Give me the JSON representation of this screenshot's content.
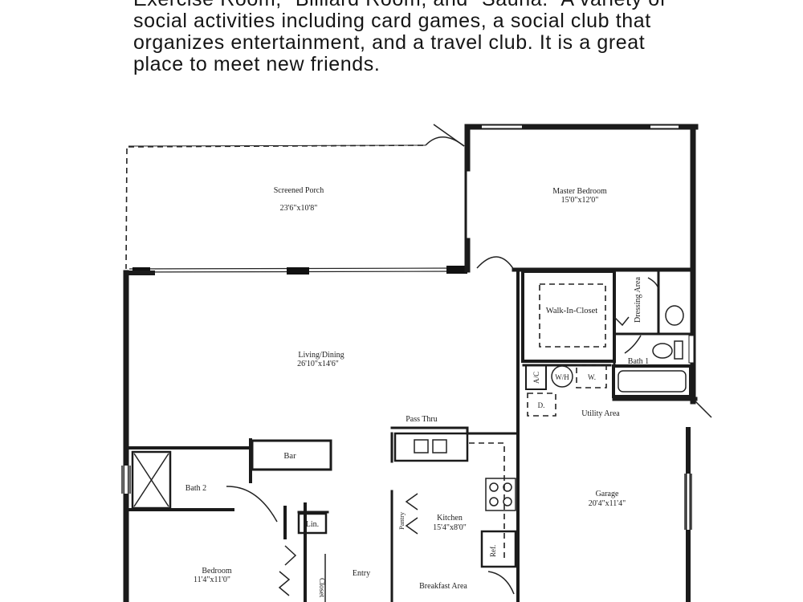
{
  "intro": {
    "lines": [
      "Exercise Room, \"Billiard Room, and \"Sauna.\" A variety of",
      "social activities including card games, a social club that",
      "organizes entertainment, and a travel club.  It is a great",
      "place to meet new friends."
    ]
  },
  "rooms": {
    "screened_porch": {
      "name": "Screened Porch",
      "dims": "23'6\"x10'8\""
    },
    "master_bedroom": {
      "name": "Master Bedroom",
      "dims": "15'0\"x12'0\""
    },
    "walk_in_closet": {
      "name": "Walk-In-Closet"
    },
    "dressing_area": {
      "name": "Dressing Area"
    },
    "bath1": {
      "name": "Bath 1"
    },
    "living_dining": {
      "name": "Living/Dining",
      "dims": "26'10\"x14'6\""
    },
    "utility_area": {
      "name": "Utility Area"
    },
    "pass_thru": {
      "name": "Pass Thru"
    },
    "bar": {
      "name": "Bar"
    },
    "bath2": {
      "name": "Bath 2"
    },
    "garage": {
      "name": "Garage",
      "dims": "20'4\"x11'4\""
    },
    "kitchen": {
      "name": "Kitchen",
      "dims": "15'4\"x8'0\""
    },
    "pantry": {
      "name": "Pantry"
    },
    "linen": {
      "name": "Lin."
    },
    "bedroom": {
      "name": "Bedroom",
      "dims": "11'4\"x11'0\""
    },
    "closet": {
      "name": "Closet"
    },
    "entry": {
      "name": "Entry"
    },
    "breakfast": {
      "name": "Breakfast Area"
    }
  },
  "appliances": {
    "ac": "A/C",
    "water_heater": "W/H",
    "washer": "W.",
    "dryer": "D.",
    "refrigerator": "Ref."
  }
}
